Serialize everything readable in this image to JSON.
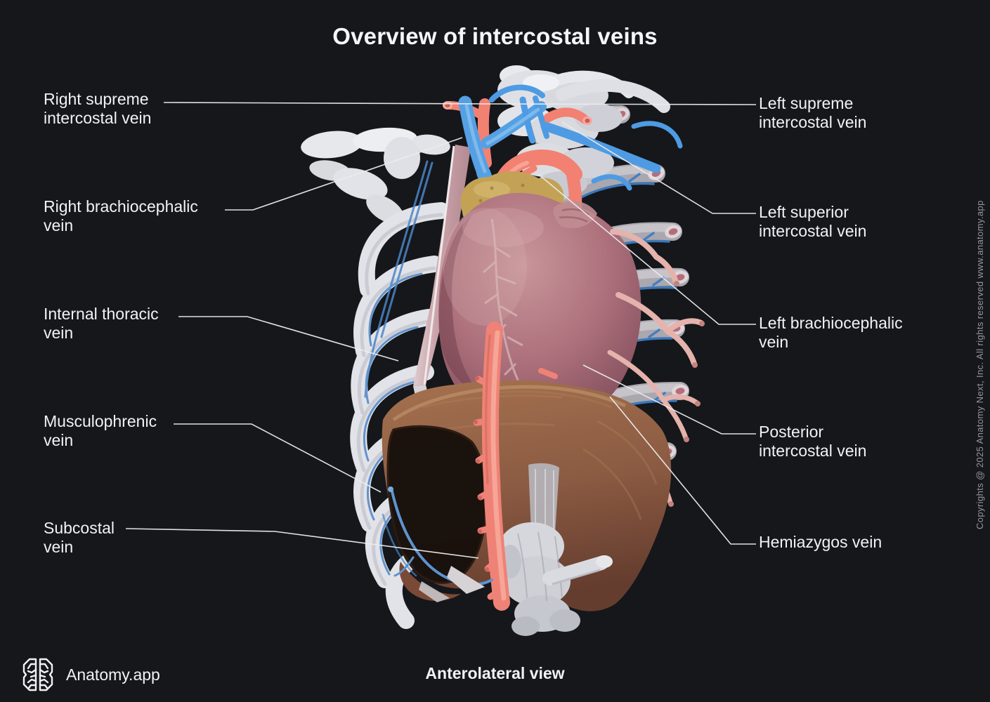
{
  "title": "Overview of intercostal veins",
  "view_caption": "Anterolateral view",
  "branding": {
    "app_name": "Anatomy.app",
    "logo_icon": "brain-logo-icon"
  },
  "copyright_vertical": "Copyrights @ 2025 Anatomy Next, Inc. All rights reserved www.anatomy.app",
  "labels": {
    "left": [
      {
        "line1": "Right supreme",
        "line2": "intercostal vein"
      },
      {
        "line1": "Right brachiocephalic",
        "line2": "vein"
      },
      {
        "line1": "Internal thoracic",
        "line2": "vein"
      },
      {
        "line1": "Musculophrenic",
        "line2": "vein"
      },
      {
        "line1": "Subcostal",
        "line2": "vein"
      }
    ],
    "right": [
      {
        "line1": "Left supreme",
        "line2": "intercostal vein"
      },
      {
        "line1": "Left superior",
        "line2": "intercostal vein"
      },
      {
        "line1": "Left brachiocephalic",
        "line2": "vein"
      },
      {
        "line1": "Posterior",
        "line2": "intercostal vein"
      },
      {
        "line1": "Hemiazygos vein",
        "line2": ""
      }
    ]
  },
  "illustration": {
    "subject": "Thorax with ribcage, spine, sternum, heart, thymus, liver and intercostal venous system",
    "colors": {
      "background": "#15171b",
      "label_text": "#f2f2f4",
      "leader_line": "#ececee",
      "vein_blue": "#4e9be3",
      "vessel_salmon": "#f28172",
      "heart_mauve": "#a96b76",
      "liver_brown": "#8a5a42",
      "bone_light": "#e4e5ea",
      "bone_gray": "#aba7ae",
      "thymus_yellow": "#c3a256",
      "copyright_text": "#97979c"
    }
  }
}
